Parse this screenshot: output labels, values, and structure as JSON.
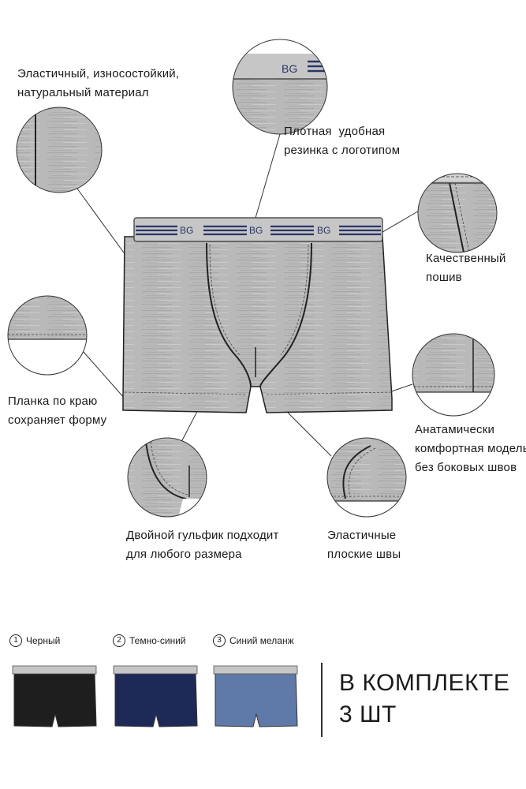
{
  "callouts": {
    "material": "Эластичный, износостойкий,\nнатуральный материал",
    "waistband": "Плотная  удобная\nрезинка с логотипом",
    "stitching": "Качественный\nпошив",
    "hem": "Планка по краю\nсохраняет форму",
    "seamless": "Анатамически\nкомфортная модель\nбез боковых швов",
    "pouch": "Двойной гульфик подходит\nдля любого размера",
    "flat_seams": "Эластичные\nплоские швы"
  },
  "logo": "BG",
  "variants": [
    {
      "number": "1",
      "name": "Черный",
      "color": "#1e1e1e"
    },
    {
      "number": "2",
      "name": "Темно-синий",
      "color": "#1d2a57"
    },
    {
      "number": "3",
      "name": "Синий меланж",
      "color": "#5f7aa8"
    }
  ],
  "kit_label": "В КОМПЛЕКТЕ\n3 ШТ",
  "colors": {
    "fabric": "#b8b8b8",
    "waistband": "#c4c4c4",
    "stripe": "#2a3566",
    "line": "#222222"
  }
}
